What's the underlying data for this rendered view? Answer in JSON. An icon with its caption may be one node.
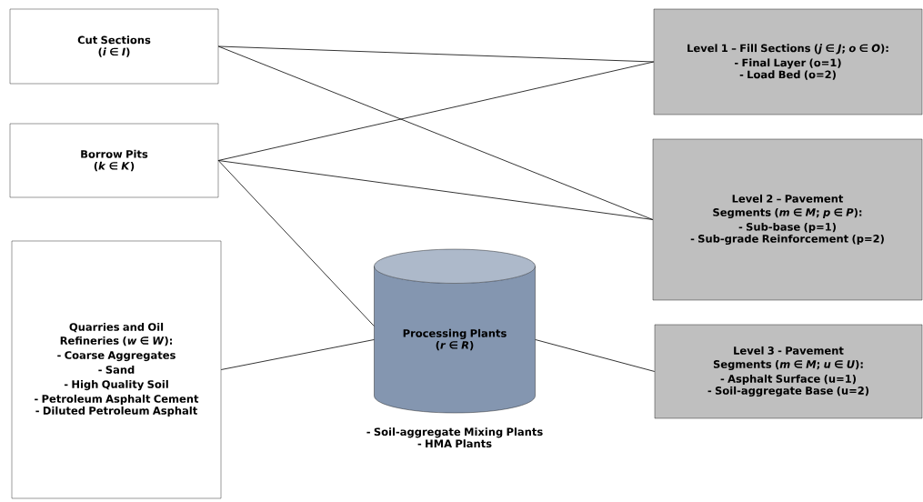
{
  "diagram": {
    "nodes": [
      {
        "text": [
          "Cut Sections",
          "(*i* ∈ *I*)"
        ]
      },
      {
        "text": [
          "Borrow Pits",
          "(*k* ∈ *K*)"
        ]
      },
      {
        "text": [
          "Quarries and Oil Refineries (*w* ∈ *W*):",
          "- Coarse Aggregates",
          "- Sand",
          "- High Quality Soil",
          "- Petroleum Asphalt Cement",
          "- Diluted Petroleum Asphalt"
        ]
      },
      {
        "text": [
          "Level 1 – Fill Sections (*j* ∈ *J*; *o* ∈ *O*):",
          "- Final Layer (o=1)",
          "- Load Bed (o=2)"
        ]
      },
      {
        "text": [
          "Level 2 – Pavement Segments (*m* ∈ *M*; *p* ∈ *P*):",
          "- Sub-base (p=1)",
          "- Sub-grade Reinforcement (p=2)"
        ]
      },
      {
        "text": [
          "Processing Plants",
          "(*r* ∈ *R*)"
        ],
        "beside": [
          "- Soil-aggregate Mixing Plants",
          "- HMA Plants"
        ]
      },
      {
        "text": [
          "Level 3 - Pavement Segments (*m* ∈ *M*; *u* ∈ *U*):",
          "- Asphalt Surface (u=1)",
          "- Soil-aggregate Base (u=2)"
        ]
      }
    ],
    "edges": [
      {
        "from": 0,
        "to": 3,
        "arrow": "none"
      },
      {
        "from": 0,
        "to": 4,
        "arrow": "none"
      },
      {
        "from": 1,
        "to": 3,
        "arrow": "none"
      },
      {
        "from": 1,
        "to": 4,
        "arrow": "none"
      },
      {
        "from": 1,
        "to": 5,
        "arrow": "none"
      },
      {
        "from": 2,
        "to": 5,
        "arrow": "none"
      },
      {
        "from": 5,
        "to": 6,
        "arrow": "none"
      }
    ]
  }
}
